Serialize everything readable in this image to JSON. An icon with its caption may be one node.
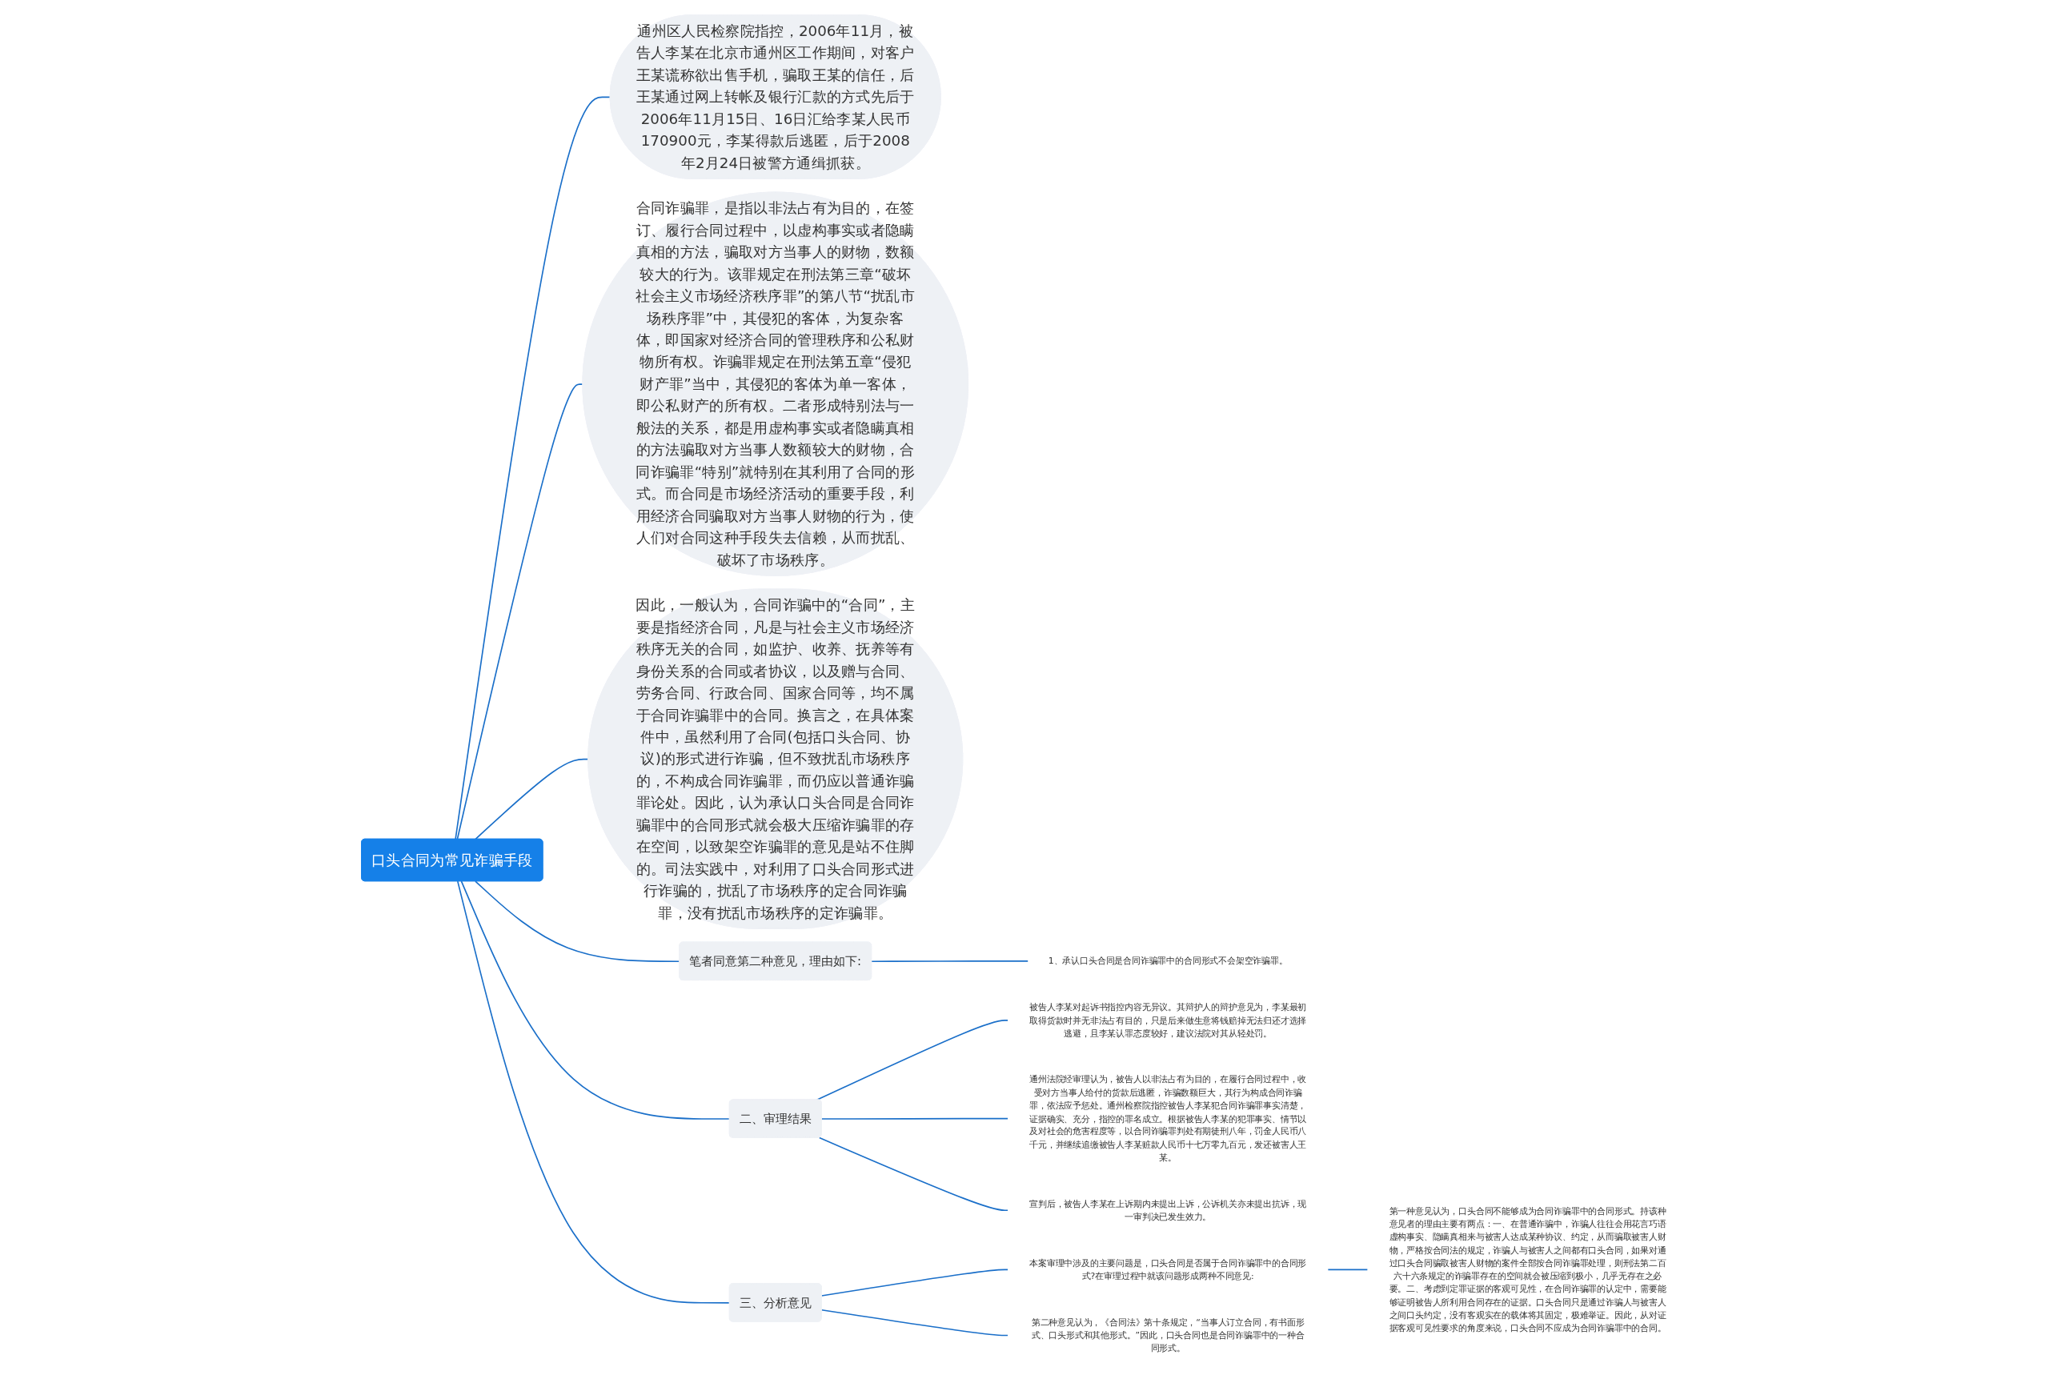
{
  "diagram": {
    "nodes": [
      {
        "text": [
          "口头合同为常见诈骗手段"
        ]
      },
      {
        "text": [
          "通州区人民检察院指控，2006年11月，被告人李某在北京市通州区工作期间，对客户王某谎称欲出售手机，骗取王某的信任，后王某通过网上转帐及银行汇款的方式先后于2006年11月15日、16日汇给李某人民币170900元，李某得款后逃匿，后于2008年2月24日被警方通缉抓获。"
        ]
      },
      {
        "text": [
          "三、分析意见"
        ]
      },
      {
        "text": [
          "本案审理中涉及的主要问题是，口头合同是否属于合同诈骗罪中的合同形式?在审理过程中就该问题形成两种不同意见:"
        ]
      },
      {
        "text": [
          "第一种意见认为，口头合同不能够成为合同诈骗罪中的合同形式。持该种意见者的理由主要有两点：一、在普通诈骗中，诈骗人往往会用花言巧语虚构事实、隐瞒真相来与被害人达成某种协议、约定，从而骗取被害人财物，严格按合同法的规定，诈骗人与被害人之间都有口头合同，如果对通过口头合同骗取被害人财物的案件全部按合同诈骗罪处理，则刑法第二百六十六条规定的诈骗罪存在的空间就会被压缩到极小，几乎无存在之必要。二、考虑到定罪证据的客观可见性，在合同诈骗罪的认定中，需要能够证明被告人所利用合同存在的证据。口头合同只是通过诈骗人与被害人之间口头约定，没有客观实在的载体将其固定，极难举证。因此，从对证据客观可见性要求的角度来说，口头合同不应成为合同诈骗罪中的合同。"
        ]
      },
      {
        "text": [
          "第二种意见认为，《合同法》第十条规定，“当事人订立合同，有书面形式、口头形式和其他形式。”因此，口头合同也是合同诈骗罪中的一种合同形式。"
        ]
      },
      {
        "text": [
          "合同诈骗罪，是指以非法占有为目的，在签订、履行合同过程中，以虚构事实或者隐瞒真相的方法，骗取对方当事人的财物，数额较大的行为。该罪规定在刑法第三章“破坏社会主义市场经济秩序罪”的第八节“扰乱市场秩序罪”中，其侵犯的客体，为复杂客体，即国家对经济合同的管理秩序和公私财物所有权。诈骗罪规定在刑法第五章“侵犯财产罪”当中，其侵犯的客体为单一客体，即公私财产的所有权。二者形成特别法与一般法的关系，都是用虚构事实或者隐瞒真相的方法骗取对方当事人数额较大的财物，合同诈骗罪“特别”就特别在其利用了合同的形式。而合同是市场经济活动的重要手段，利用经济合同骗取对方当事人财物的行为，使人们对合同这种手段失去信赖，从而扰乱、破坏了市场秩序。"
        ]
      },
      {
        "text": [
          "因此，一般认为，合同诈骗中的“合同”，主要是指经济合同，凡是与社会主义市场经济秩序无关的合同，如监护、收养、抚养等有身份关系的合同或者协议，以及赠与合同、劳务合同、行政合同、国家合同等，均不属于合同诈骗罪中的合同。换言之，在具体案件中，虽然利用了合同(包括口头合同、协议)的形式进行诈骗，但不致扰乱市场秩序的，不构成合同诈骗罪，而仍应以普通诈骗罪论处。因此，认为承认口头合同是合同诈骗罪中的合同形式就会极大压缩诈骗罪的存在空间，以致架空诈骗罪的意见是站不住脚的。司法实践中，对利用了口头合同形式进行诈骗的，扰乱了市场秩序的定合同诈骗罪，没有扰乱市场秩序的定诈骗罪。"
        ]
      },
      {
        "text": [
          "笔者同意第二种意见，理由如下:"
        ]
      },
      {
        "text": [
          "1、承认口头合同是合同诈骗罪中的合同形式不会架空诈骗罪。"
        ]
      },
      {
        "text": [
          "二、审理结果"
        ]
      },
      {
        "text": [
          "被告人李某对起诉书指控内容无异议。其辩护人的辩护意见为，李某最初取得货款时并无非法占有目的，只是后来做生意将钱赔掉无法归还才选择逃避，且李某认罪态度较好，建议法院对其从轻处罚。"
        ]
      },
      {
        "text": [
          "通州法院经审理认为，被告人以非法占有为目的，在履行合同过程中，收受对方当事人给付的货款后逃匿，诈骗数额巨大，其行为构成合同诈骗罪，依法应予惩处。通州检察院指控被告人李某犯合同诈骗罪事实清楚，证据确实、充分，指控的罪名成立。根据被告人李某的犯罪事实、情节以及对社会的危害程度等，以合同诈骗罪判处有期徒刑八年，罚金人民币八千元，并继续追缴被告人李某赃款人民币十七万零九百元，发还被害人王某。"
        ]
      },
      {
        "text": [
          "宣判后，被告人李某在上诉期内未提出上诉，公诉机关亦未提出抗诉，现一审判决已发生效力。"
        ]
      }
    ],
    "edges": [
      {
        "from": 0,
        "to": 1,
        "arrow": "none"
      },
      {
        "from": 0,
        "to": 2,
        "arrow": "none"
      },
      {
        "from": 2,
        "to": 3,
        "arrow": "none"
      },
      {
        "from": 3,
        "to": 4,
        "arrow": "none"
      },
      {
        "from": 2,
        "to": 5,
        "arrow": "none"
      },
      {
        "from": 0,
        "to": 6,
        "arrow": "none"
      },
      {
        "from": 0,
        "to": 7,
        "arrow": "none"
      },
      {
        "from": 0,
        "to": 8,
        "arrow": "none"
      },
      {
        "from": 8,
        "to": 9,
        "arrow": "none"
      },
      {
        "from": 0,
        "to": 10,
        "arrow": "none"
      },
      {
        "from": 10,
        "to": 11,
        "arrow": "none"
      },
      {
        "from": 10,
        "to": 12,
        "arrow": "none"
      },
      {
        "from": 10,
        "to": 13,
        "arrow": "none"
      }
    ]
  }
}
